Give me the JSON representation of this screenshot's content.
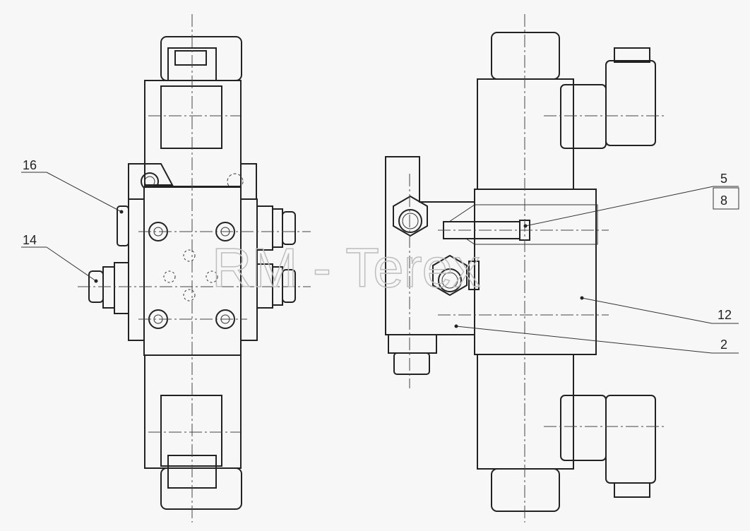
{
  "watermark": "RM - Terex",
  "callouts": {
    "c16": "16",
    "c14": "14",
    "c5": "5",
    "c8": "8",
    "c12": "12",
    "c2": "2"
  }
}
